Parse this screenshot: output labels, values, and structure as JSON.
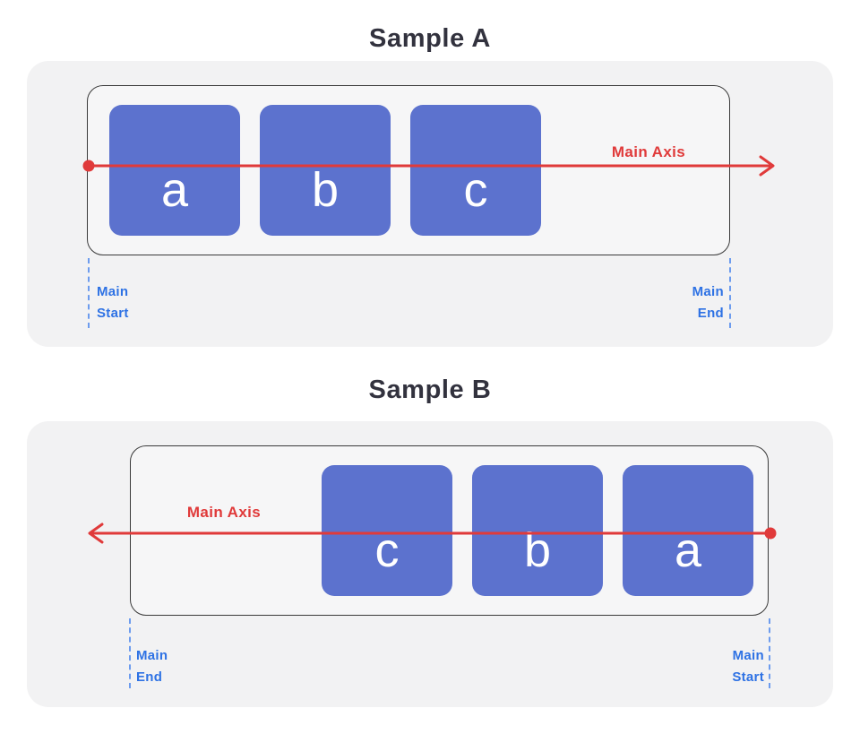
{
  "colors": {
    "page_bg": "#FFFFFF",
    "panel_bg": "#F2F2F3",
    "container_bg": "#F6F6F7",
    "container_border": "#3A3A3A",
    "item_fill": "#5C72CE",
    "item_text": "#FFFFFF",
    "axis_red": "#E03A3A",
    "edge_label_blue": "#2E72E4",
    "dash_blue": "#6D9CEE",
    "title_text": "#32323E"
  },
  "samples": [
    {
      "title": "Sample A",
      "axis_label": "Main Axis",
      "axis_direction": "right",
      "items": [
        "a",
        "b",
        "c"
      ],
      "left_edge_label": {
        "line1": "Main",
        "line2": "Start"
      },
      "right_edge_label": {
        "line1": "Main",
        "line2": "End"
      }
    },
    {
      "title": "Sample B",
      "axis_label": "Main Axis",
      "axis_direction": "left",
      "items": [
        "c",
        "b",
        "a"
      ],
      "left_edge_label": {
        "line1": "Main",
        "line2": "End"
      },
      "right_edge_label": {
        "line1": "Main",
        "line2": "Start"
      }
    }
  ]
}
